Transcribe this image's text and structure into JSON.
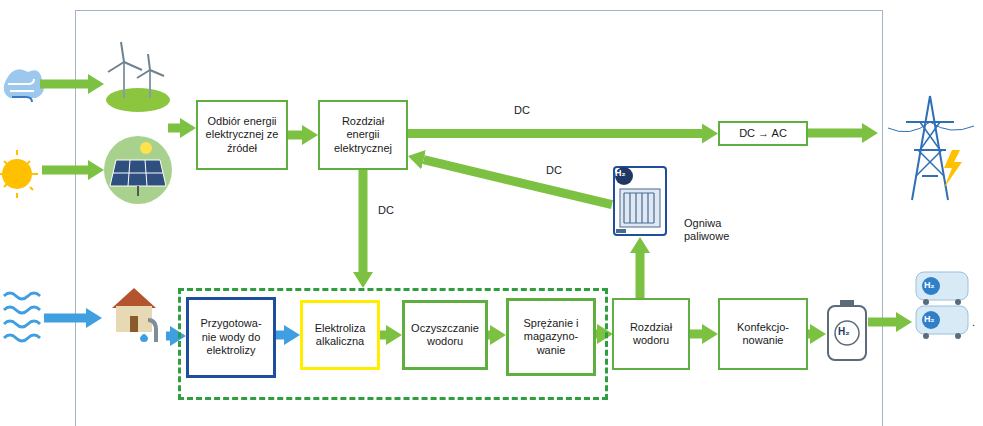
{
  "diagram": {
    "nodes": [
      {
        "text": [
          "Odbiór energii elektrycznej ze źródeł"
        ]
      },
      {
        "text": [
          "Rozdział energii elektrycznej"
        ]
      },
      {
        "text": [
          "DC → AC"
        ]
      },
      {
        "text": [
          "Ogniwa paliwowe"
        ]
      },
      {
        "text": []
      },
      {
        "text": [
          "Przygotowa- nie wody do elektrolizy"
        ],
        "in": 4
      },
      {
        "text": [
          "Elektroliza alkaliczna"
        ],
        "in": 4
      },
      {
        "text": [
          "Oczyszczanie wodoru"
        ],
        "in": 4
      },
      {
        "text": [
          "Sprężanie i magazyno- wanie"
        ],
        "in": 4
      },
      {
        "text": [
          "Rozdział wodoru"
        ]
      },
      {
        "text": [
          "Konfekcjo- nowanie"
        ]
      }
    ],
    "edges": [
      {
        "from": 0,
        "to": 1,
        "arrow": "to"
      },
      {
        "from": 1,
        "to": 2,
        "label": "DC",
        "arrow": "to"
      },
      {
        "from": 3,
        "to": 1,
        "label": "DC",
        "arrow": "to"
      },
      {
        "from": 1,
        "to": 4,
        "label": "DC",
        "arrow": "to"
      },
      {
        "from": 5,
        "to": 6,
        "arrow": "to"
      },
      {
        "from": 6,
        "to": 7,
        "arrow": "to"
      },
      {
        "from": 7,
        "to": 8,
        "arrow": "to"
      },
      {
        "from": 8,
        "to": 9,
        "arrow": "to"
      },
      {
        "from": 9,
        "to": 3,
        "arrow": "to"
      },
      {
        "from": 9,
        "to": 10,
        "arrow": "to"
      }
    ],
    "labels": [
      "H₂",
      "H₂",
      "H₂",
      "H₂",
      "."
    ]
  }
}
